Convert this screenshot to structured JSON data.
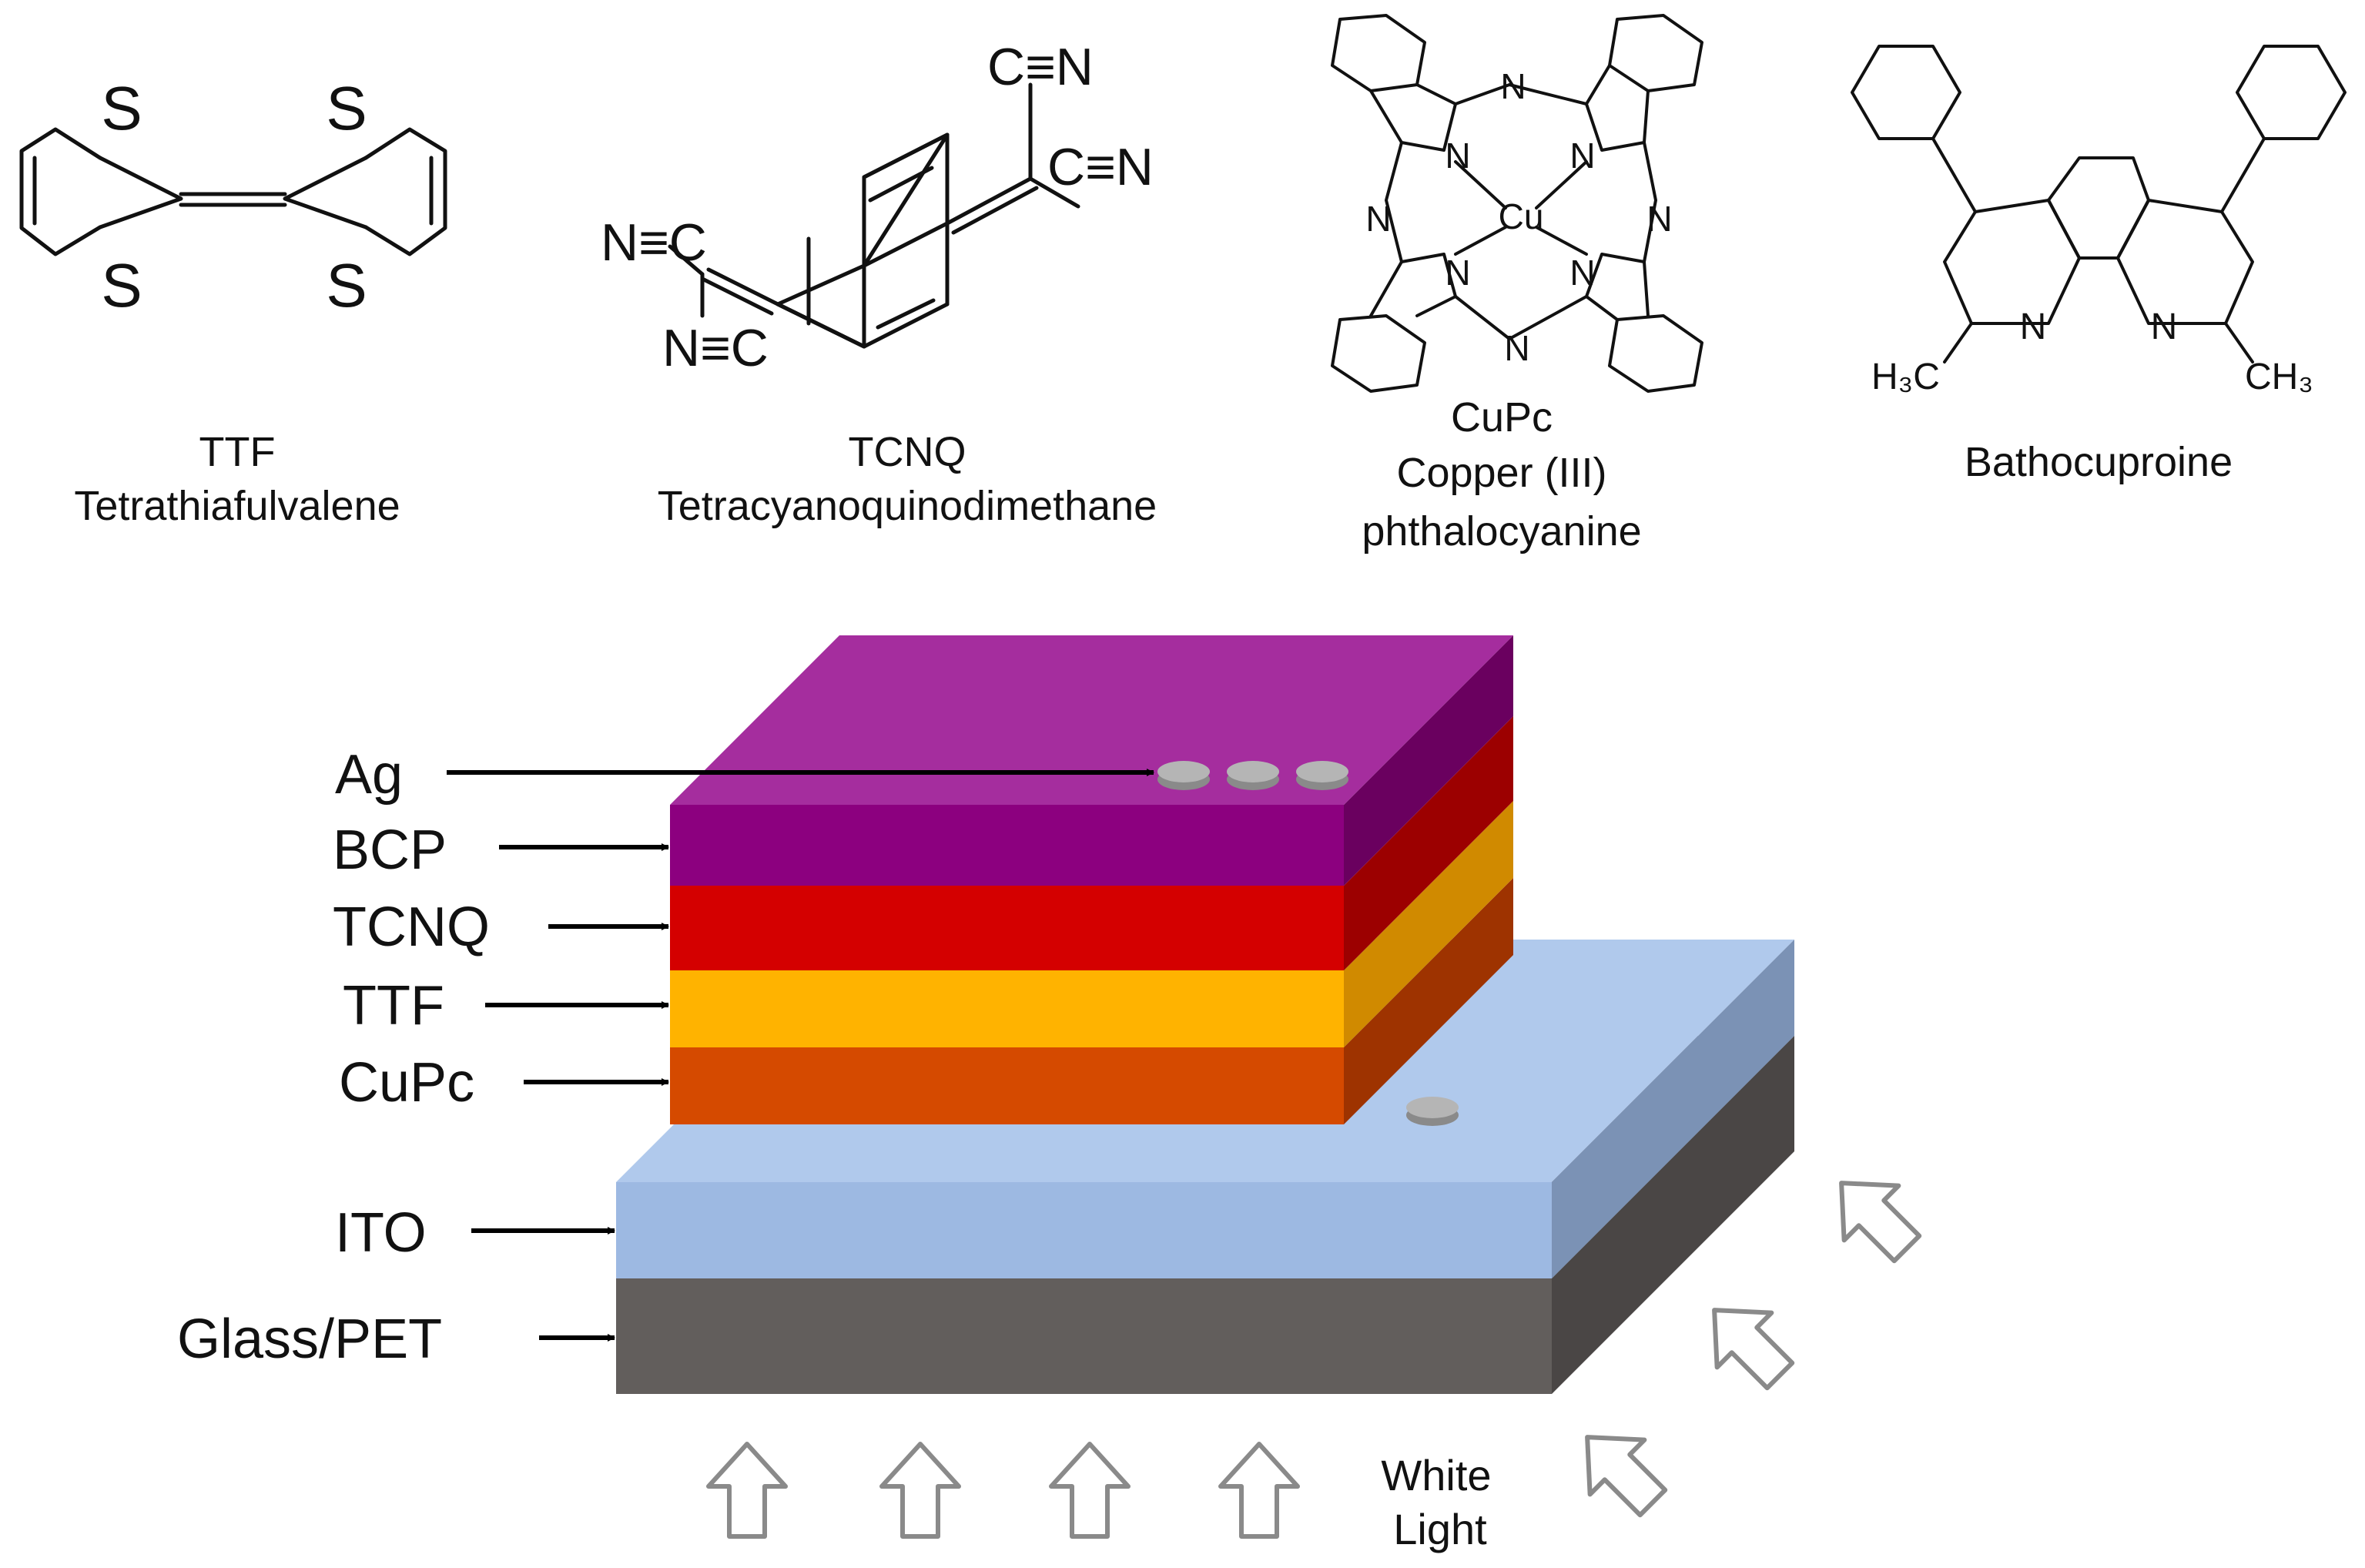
{
  "molecules": {
    "ttf": {
      "abbr": "TTF",
      "name": "Tetrathiafulvalene",
      "atoms": {
        "s": "S"
      }
    },
    "tcnq": {
      "abbr": "TCNQ",
      "name": "Tetracyanoquinodimethane",
      "atoms": {
        "cn_right": "C≡N",
        "cn_left": "N≡C"
      }
    },
    "cupc": {
      "abbr": "CuPc",
      "name_line1": "Copper (III)",
      "name_line2": "phthalocyanine",
      "atoms": {
        "n": "N",
        "cu": "Cu"
      }
    },
    "bcp": {
      "name": "Bathocuproine",
      "atoms": {
        "n": "N",
        "ch3_left": "H₃C",
        "ch3_right": "CH₃"
      }
    }
  },
  "device": {
    "layers": [
      {
        "key": "ag",
        "label": "Ag",
        "color": "#a52d9e"
      },
      {
        "key": "bcp",
        "label": "BCP",
        "color": "#8c007f"
      },
      {
        "key": "tcnq",
        "label": "TCNQ",
        "color": "#d40000"
      },
      {
        "key": "ttf",
        "label": "TTF",
        "color": "#ffb300"
      },
      {
        "key": "cupc",
        "label": "CuPc",
        "color": "#d54a00"
      },
      {
        "key": "ito",
        "label": "ITO",
        "color": "#9db9e2"
      },
      {
        "key": "substrate",
        "label": "Glass/PET",
        "color": "#625e5c"
      }
    ],
    "light_label_line1": "White",
    "light_label_line2": "Light",
    "light_arrow_icon": "hollow-arrow-icon"
  }
}
